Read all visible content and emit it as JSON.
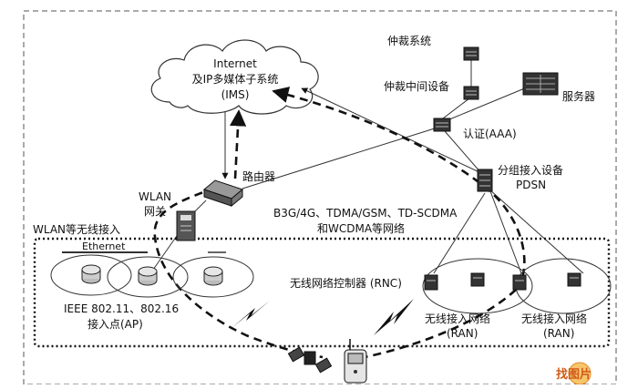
{
  "diagram": {
    "cloud": {
      "line1": "Internet",
      "line2": "及IP多媒体子系统",
      "line3": "(IMS)"
    },
    "labels": {
      "arbitration_system": "仲裁系统",
      "arbitration_middleware": "仲裁中间设备",
      "server": "服务器",
      "aaa": "认证(AAA)",
      "packet_access_line1": "分组接入设备",
      "packet_access_line2": "PDSN",
      "router": "路由器",
      "wlan_gateway_line1": "WLAN",
      "wlan_gateway_line2": "网关",
      "wlan_access_title": "WLAN等无线接入",
      "ethernet": "Ethernet",
      "networks_line1": "B3G/4G、TDMA/GSM、TD-SCDMA",
      "networks_line2": "和WCDMA等网络",
      "rnc": "无线网络控制器 (RNC)",
      "ap_line1": "IEEE 802.11、802.16",
      "ap_line2": "接入点(AP)",
      "ran1_line1": "无线接入网络",
      "ran1_line2": "(RAN)",
      "ran2_line1": "无线接入网络",
      "ran2_line2": "(RAN)",
      "watermark": "找图片"
    }
  }
}
